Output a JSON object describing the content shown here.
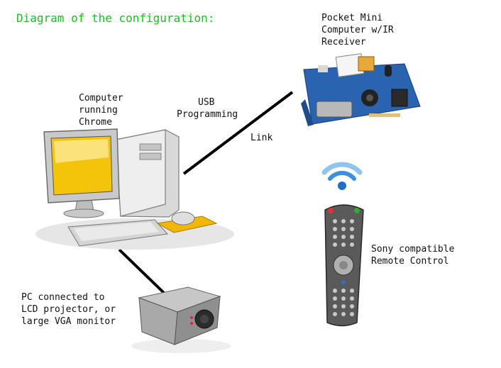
{
  "title": "Diagram of the configuration:",
  "labels": {
    "pocket": [
      "Pocket Mini",
      "Computer w/IR",
      "Receiver"
    ],
    "computer": [
      "Computer",
      "running",
      "Chrome"
    ],
    "usb": [
      "USB",
      "Programming"
    ],
    "link": "Link",
    "remote": [
      "Sony compatible",
      "Remote Control"
    ],
    "projector": [
      "PC connected to",
      "LCD projector, or",
      "large VGA monitor"
    ]
  },
  "icons": [
    "desktop-computer-icon",
    "circuit-board-icon",
    "wifi-signal-icon",
    "remote-control-icon",
    "projector-icon"
  ],
  "colors": {
    "title": "#22bb22",
    "screen": "#f4c40a",
    "connection": "#000000"
  }
}
